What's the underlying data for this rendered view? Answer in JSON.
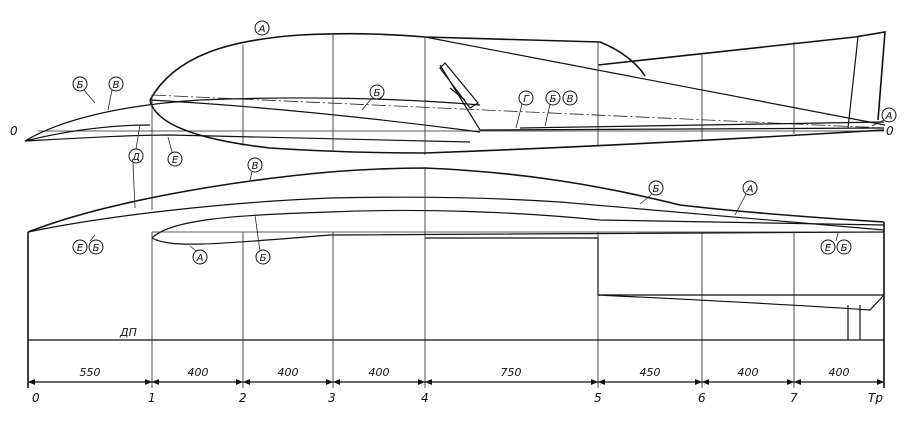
{
  "labels": {
    "A": "А",
    "B": "Б",
    "V": "В",
    "G": "Г",
    "D": "Д",
    "E": "Е",
    "zero": "0",
    "dp": "ДП"
  },
  "stations": [
    "0",
    "1",
    "2",
    "3",
    "4",
    "5",
    "6",
    "7",
    "Тр"
  ],
  "spacings": [
    "550",
    "400",
    "400",
    "400",
    "750",
    "450",
    "400",
    "400"
  ]
}
